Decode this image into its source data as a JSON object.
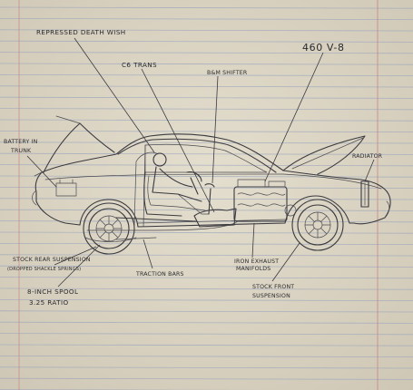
{
  "labels": {
    "repressed_death_wish": "REPRESSED DEATH WISH",
    "c6_trans": "C6 TRANS",
    "bm_shifter": "B&M SHIFTER",
    "engine": "460 V-8",
    "battery_1": "BATTERY IN",
    "battery_2": "TRUNK",
    "radiator": "RADIATOR",
    "rear_susp_1": "STOCK REAR SUSPENSION",
    "rear_susp_2": "(DROPPED SHACKLE SPRINGS)",
    "spool_1": "8-INCH SPOOL",
    "spool_2": "3.25 RATIO",
    "traction_bars": "TRACTION BARS",
    "manifolds_1": "IRON EXHAUST",
    "manifolds_2": "MANIFOLDS",
    "front_susp_1": "STOCK FRONT",
    "front_susp_2": "SUSPENSION"
  },
  "colors": {
    "paper": "#ddd6c6",
    "rule_line": "#9aa6bc",
    "margin_line": "#c98a86",
    "ink": "#3a3a3f"
  }
}
